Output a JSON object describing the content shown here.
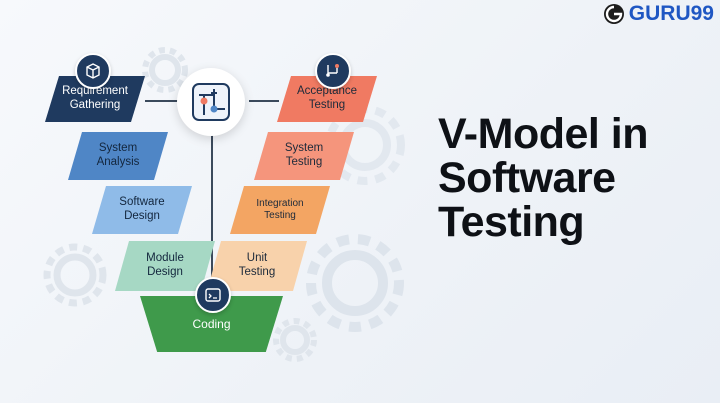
{
  "brand": {
    "name": "GURU99",
    "logo_icon": "guru99-logo-icon",
    "color": "#1f57c3"
  },
  "title": "V-Model in\nSoftware\nTesting",
  "left_stages": [
    {
      "label": "Requirement\nGathering",
      "color": "#1f3a5f",
      "text_color": "#ffffff"
    },
    {
      "label": "System\nAnalysis",
      "color": "#4f86c6",
      "text_color": "#13263d"
    },
    {
      "label": "Software\nDesign",
      "color": "#8fbbe8",
      "text_color": "#13263d"
    },
    {
      "label": "Module\nDesign",
      "color": "#a6d8c4",
      "text_color": "#13263d"
    }
  ],
  "bottom_stage": {
    "label": "Coding",
    "color": "#3f9a4b",
    "text_color": "#ffffff"
  },
  "right_stages": [
    {
      "label": "Acceptance\nTesting",
      "color": "#f07a62",
      "text_color": "#1d2a3a"
    },
    {
      "label": "System\nTesting",
      "color": "#f5957c",
      "text_color": "#1d2a3a"
    },
    {
      "label": "Integration\nTesting",
      "color": "#f3a563",
      "text_color": "#1d2a3a"
    },
    {
      "label": "Unit\nTesting",
      "color": "#f8d2ab",
      "text_color": "#1d2a3a"
    }
  ],
  "icons": {
    "requirement": "document-cube-icon",
    "acceptance": "flowchart-icon",
    "coding": "code-terminal-icon",
    "center": "circuit-diagram-icon"
  }
}
